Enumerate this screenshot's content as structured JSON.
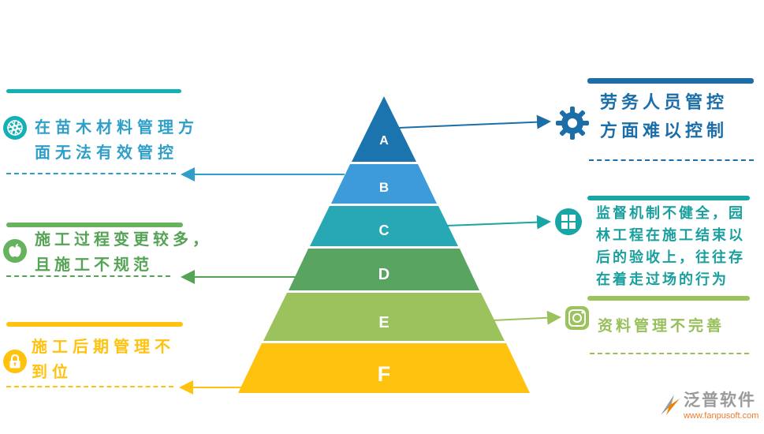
{
  "pyramid": {
    "levels": [
      {
        "label": "A",
        "color": "#1b74ad"
      },
      {
        "label": "B",
        "color": "#3e9bd9"
      },
      {
        "label": "C",
        "color": "#28a7b5"
      },
      {
        "label": "D",
        "color": "#58a460"
      },
      {
        "label": "E",
        "color": "#9cc25e"
      },
      {
        "label": "F",
        "color": "#ffc20e"
      }
    ]
  },
  "callouts": {
    "left": [
      {
        "icon": "aperture-icon",
        "accent": "#13b0b5",
        "text_color": "#2f9fc9",
        "line1": "在苗木材料管理方",
        "line2": "面无法有效管控"
      },
      {
        "icon": "apple-icon",
        "accent": "#66b25e",
        "text_color": "#55a455",
        "line1": "施工过程变更较多，",
        "line2": "且施工不规范"
      },
      {
        "icon": "lock-icon",
        "accent": "#ffc20e",
        "text_color": "#ffc20e",
        "line1": "施工后期管理不",
        "line2": "到位"
      }
    ],
    "right": [
      {
        "icon": "gear-icon",
        "accent": "#1b6ea8",
        "text_color": "#1b6ea8",
        "line1": "劳务人员管控",
        "line2": "方面难以控制"
      },
      {
        "icon": "windows-icon",
        "accent": "#18a5a5",
        "text_color": "#1a9f9f",
        "line1": "监督机制不健全，园",
        "line2": "林工程在施工结束以",
        "line3": "后的验收上，往往存",
        "line4": "在着走过场的行为"
      },
      {
        "icon": "camera-icon",
        "accent": "#9cc25e",
        "text_color": "#97bf5a",
        "line1": "资料管理不完善"
      }
    ]
  },
  "logo": {
    "brand": "泛普软件",
    "website": "www.fanpusoft.com"
  }
}
